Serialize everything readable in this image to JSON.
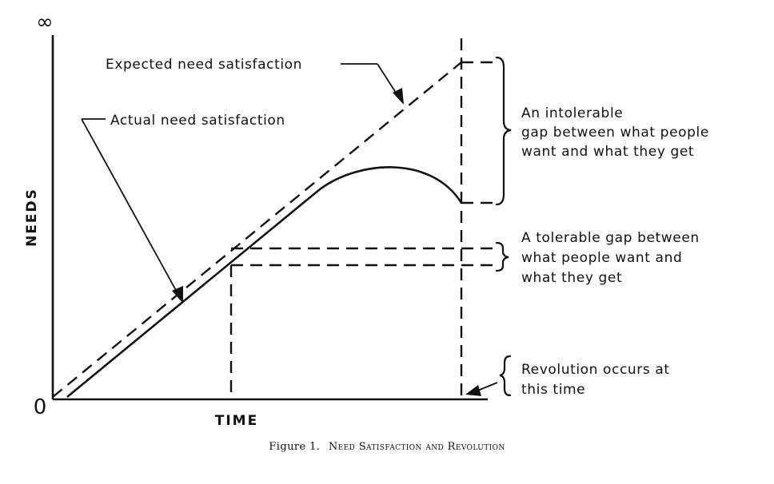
{
  "axes": {
    "y_label": "NEEDS",
    "x_label": "TIME",
    "y_max": "∞",
    "origin": "0"
  },
  "labels": {
    "expected": "Expected need satisfaction",
    "actual": "Actual need satisfaction",
    "intolerable_gap": [
      "An intolerable",
      "gap between what people",
      "want and what they get"
    ],
    "tolerable_gap": [
      "A tolerable gap between",
      "what people want and",
      "what they get"
    ],
    "revolution": [
      "Revolution occurs at",
      "this time"
    ]
  },
  "caption": {
    "figure": "Figure 1.",
    "title": "Need Satisfaction and Revolution"
  }
}
